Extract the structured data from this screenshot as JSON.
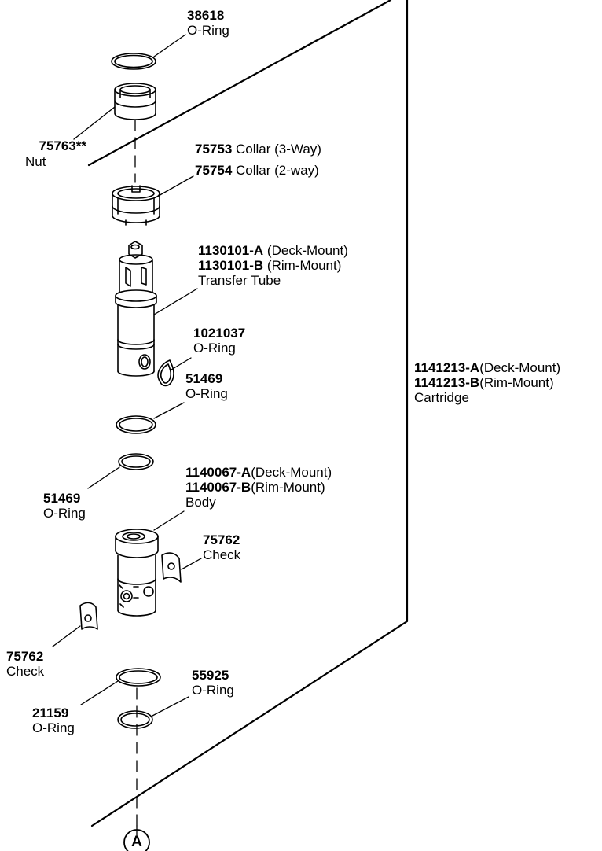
{
  "parts": [
    {
      "id": "o-ring-38618",
      "number": "38618",
      "name": "O-Ring"
    },
    {
      "id": "nut-75763",
      "number": "75763**",
      "name": "Nut"
    },
    {
      "id": "collar-3way",
      "number": "75753",
      "name": "Collar (3-Way)"
    },
    {
      "id": "collar-2way",
      "number": "75754",
      "name": "Collar (2-way)"
    },
    {
      "id": "transfer-tube",
      "number_a": "1130101-A",
      "variant_a": "(Deck-Mount)",
      "number_b": "1130101-B",
      "variant_b": "(Rim-Mount)",
      "name": "Transfer Tube"
    },
    {
      "id": "o-ring-1021037",
      "number": "1021037",
      "name": "O-Ring"
    },
    {
      "id": "o-ring-51469-upper",
      "number": "51469",
      "name": "O-Ring"
    },
    {
      "id": "o-ring-51469-lower",
      "number": "51469",
      "name": "O-Ring"
    },
    {
      "id": "body",
      "number_a": "1140067-A",
      "variant_a": "(Deck-Mount)",
      "number_b": "1140067-B",
      "variant_b": "(Rim-Mount)",
      "name": "Body"
    },
    {
      "id": "check-right",
      "number": "75762",
      "name": "Check"
    },
    {
      "id": "check-left",
      "number": "75762",
      "name": "Check"
    },
    {
      "id": "o-ring-21159",
      "number": "21159",
      "name": "O-Ring"
    },
    {
      "id": "o-ring-55925",
      "number": "55925",
      "name": "O-Ring"
    },
    {
      "id": "cartridge",
      "number_a": "1141213-A",
      "variant_a": "(Deck-Mount)",
      "number_b": "1141213-B",
      "variant_b": "(Rim-Mount)",
      "name": "Cartridge"
    }
  ],
  "reference_marker": "A"
}
